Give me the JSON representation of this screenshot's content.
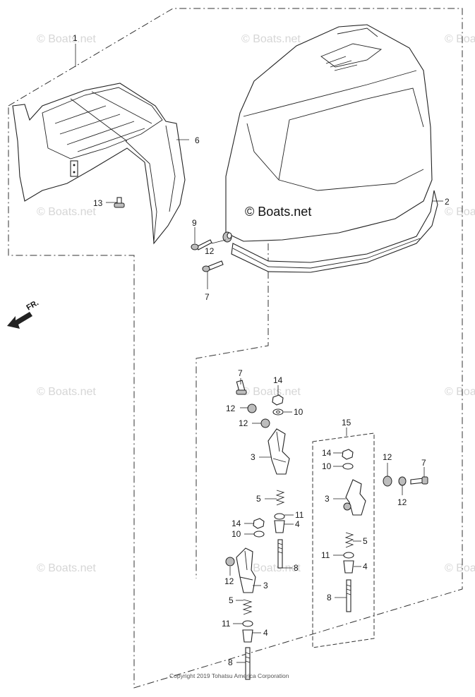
{
  "watermark": "© Boats.net",
  "brand_mark": "© Boats.net",
  "copyright": "Copyright 2019 Tohatsu America Corporation",
  "direction_label": "FR.",
  "callouts": {
    "c1": "1",
    "c2": "2",
    "c6": "6",
    "c13": "13",
    "c9": "9",
    "c12a": "12",
    "c7a": "7",
    "c15": "15",
    "l7": "7",
    "l12a": "12",
    "l14": "14",
    "l10": "10",
    "l12b": "12",
    "l3": "3",
    "l5": "5",
    "l11": "11",
    "l4": "4",
    "l14b": "14",
    "l10b": "10",
    "l8": "8",
    "l12c": "12",
    "l3b": "3",
    "l5b": "5",
    "l11b": "11",
    "l4b": "4",
    "l8b": "8",
    "r14": "14",
    "r10": "10",
    "r3": "3",
    "r5": "5",
    "r11": "11",
    "r4": "4",
    "r8": "8",
    "f12a": "12",
    "f7": "7",
    "f12b": "12"
  }
}
